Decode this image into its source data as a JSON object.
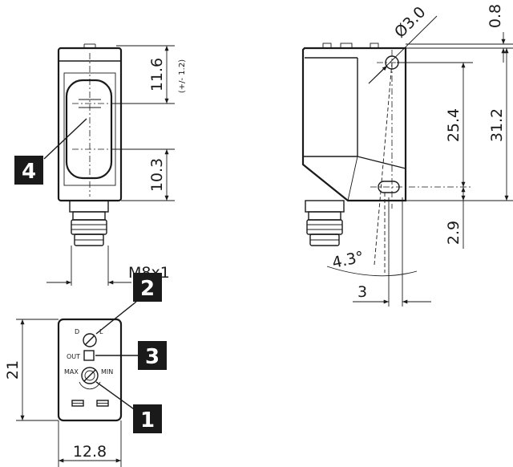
{
  "dimensions": {
    "d_11_6": "11.6",
    "tol_11_6": "(+/- 1.2)",
    "d_10_3": "10.3",
    "thread": "M8x1",
    "d_21": "21",
    "d_12_8": "12.8",
    "hole": "Ø3.0",
    "d_0_8": "0.8",
    "d_25_4": "25.4",
    "d_31_2": "31.2",
    "d_2_9": "2.9",
    "angle": "4.3°",
    "d_3": "3"
  },
  "panel_labels": {
    "d": "D",
    "l": "L",
    "out": "OUT",
    "max": "MAX",
    "min": "MIN"
  },
  "callouts": {
    "c1": "1",
    "c2": "2",
    "c3": "3",
    "c4": "4"
  }
}
